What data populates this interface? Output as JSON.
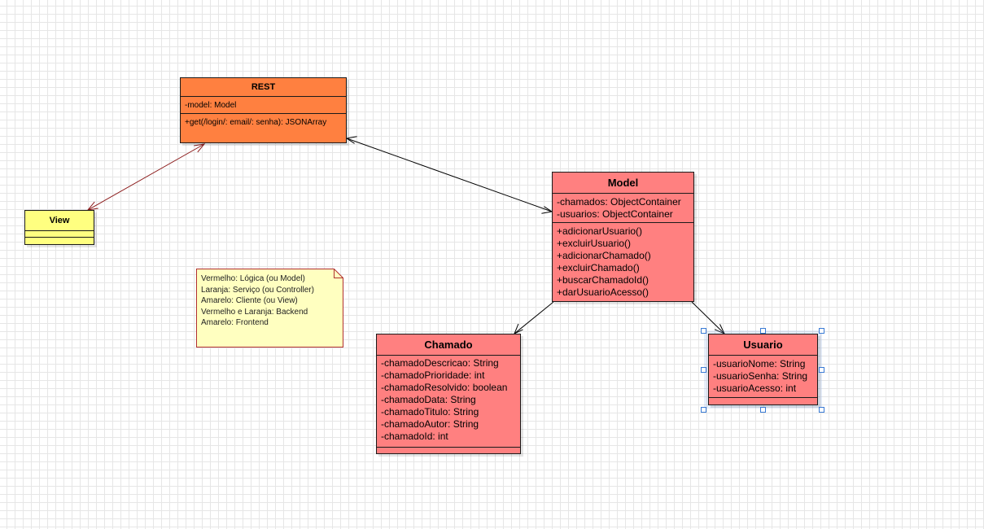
{
  "colors": {
    "rest": "#ff8040",
    "view": "#ffff80",
    "model": "#ff8080",
    "note": "#ffffc0",
    "selection": "#3a7bd5",
    "view_link": "#8b1a1a"
  },
  "classes": {
    "rest": {
      "name": "REST",
      "attributes": [
        "-model: Model"
      ],
      "operations": [
        "+get(/login/: email/: senha): JSONArray"
      ]
    },
    "view": {
      "name": "View",
      "attributes": [],
      "operations": []
    },
    "model": {
      "name": "Model",
      "attributes": [
        "-chamados: ObjectContainer",
        "-usuarios: ObjectContainer"
      ],
      "operations": [
        "+adicionarUsuario()",
        "+excluirUsuario()",
        "+adicionarChamado()",
        "+excluirChamado()",
        "+buscarChamadoId()",
        "+darUsuarioAcesso()"
      ]
    },
    "chamado": {
      "name": "Chamado",
      "attributes": [
        "-chamadoDescricao: String",
        "-chamadoPrioridade: int",
        "-chamadoResolvido: boolean",
        "-chamadoData: String",
        "-chamadoTitulo: String",
        "-chamadoAutor: String",
        "-chamadoId: int"
      ],
      "operations": []
    },
    "usuario": {
      "name": "Usuario",
      "attributes": [
        "-usuarioNome: String",
        "-usuarioSenha: String",
        "-usuarioAcesso: int"
      ],
      "operations": []
    }
  },
  "note": {
    "lines": [
      "Vermelho: Lógica (ou Model)",
      "Laranja: Serviço (ou Controller)",
      "Amarelo: Cliente (ou View)",
      "Vermelho e Laranja: Backend",
      "Amarelo: Frontend"
    ]
  },
  "associations": [
    {
      "from": "View",
      "to": "REST",
      "navigability": "bidirectional"
    },
    {
      "from": "REST",
      "to": "Model",
      "navigability": "bidirectional"
    },
    {
      "from": "Model",
      "to": "Chamado",
      "navigability": "directed"
    },
    {
      "from": "Model",
      "to": "Usuario",
      "navigability": "directed"
    }
  ]
}
